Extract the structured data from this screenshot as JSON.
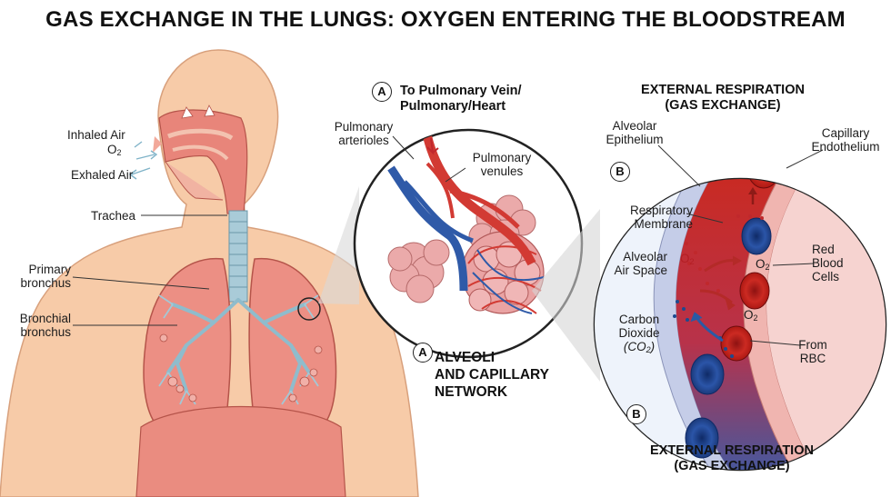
{
  "title": "GAS EXCHANGE IN THE LUNGS: OXYGEN ENTERING THE BLOODSTREAM",
  "left_panel": {
    "inhaled_air": "Inhaled Air",
    "o2_symbol": "O",
    "o2_subscript": "2",
    "exhaled_air": "Exhaled Air",
    "trachea": "Trachea",
    "primary_bronchus": [
      "Primary",
      "bronchus"
    ],
    "bronchial_bronchus": [
      "Bronchial",
      "bronchus"
    ]
  },
  "middle_panel": {
    "badge_a": "A",
    "to_pulmonary": [
      "To Pulmonary Vein/",
      "Pulmonary/Heart"
    ],
    "pulmonary_arterioles": [
      "Pulmonary",
      "arterioles"
    ],
    "pulmonary_venules": [
      "Pulmonary",
      "venules"
    ],
    "alveoli_caption": [
      "ALVEOLI",
      "AND CAPILLARY",
      "NETWORK"
    ]
  },
  "right_panel": {
    "badge_b": "B",
    "external_top": [
      "EXTERNAL RESPIRATION",
      "(GAS EXCHANGE)"
    ],
    "alveolar_epithelium": [
      "Alveolar",
      "Epithelium"
    ],
    "capillary_endothelium": [
      "Capillary",
      "Endothelium"
    ],
    "respiratory_membrane": [
      "Respiratory",
      "Membrane"
    ],
    "alveolar_air_space": [
      "Alveolar",
      "Air Space"
    ],
    "red_blood_cells": [
      "Red",
      "Blood",
      "Cells"
    ],
    "carbon_dioxide": [
      "Carbon",
      "Dioxide"
    ],
    "co2_formula": "CO",
    "co2_subscript": "2",
    "from_rbc": [
      "From",
      "RBC"
    ],
    "o2_label": "O",
    "o2_label_sub": "2",
    "external_bottom": [
      "EXTERNAL RESPIRATION",
      "(GAS EXCHANGE)"
    ]
  },
  "colors": {
    "skin": "#f6c9a6",
    "lung": "#e98a80",
    "airway": "#9fc6d4",
    "artery_red": "#d93a30",
    "vein_blue": "#2d5ca6",
    "alveoli_pink": "#e9a6a6",
    "plasma": "#e99a93"
  }
}
